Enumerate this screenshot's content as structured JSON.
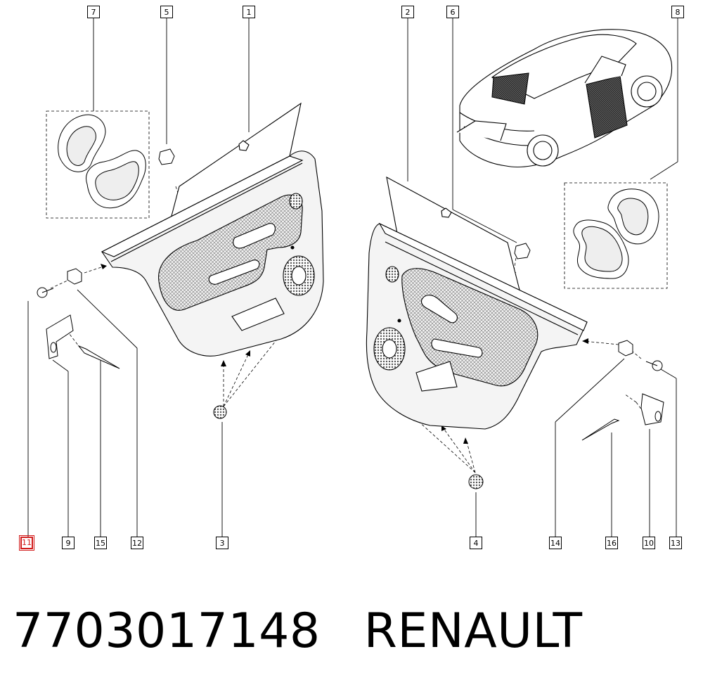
{
  "diagram": {
    "callouts": [
      {
        "id": "1",
        "selected": false
      },
      {
        "id": "2",
        "selected": false
      },
      {
        "id": "3",
        "selected": false
      },
      {
        "id": "4",
        "selected": false
      },
      {
        "id": "5",
        "selected": false
      },
      {
        "id": "6",
        "selected": false
      },
      {
        "id": "7",
        "selected": false
      },
      {
        "id": "8",
        "selected": false
      },
      {
        "id": "9",
        "selected": false
      },
      {
        "id": "10",
        "selected": false
      },
      {
        "id": "11",
        "selected": true
      },
      {
        "id": "12",
        "selected": false
      },
      {
        "id": "13",
        "selected": false
      },
      {
        "id": "14",
        "selected": false
      },
      {
        "id": "15",
        "selected": false
      },
      {
        "id": "16",
        "selected": false
      }
    ],
    "highlight_color": "#d21c1c"
  },
  "caption": {
    "part_number": "7703017148",
    "brand": "RENAULT"
  }
}
